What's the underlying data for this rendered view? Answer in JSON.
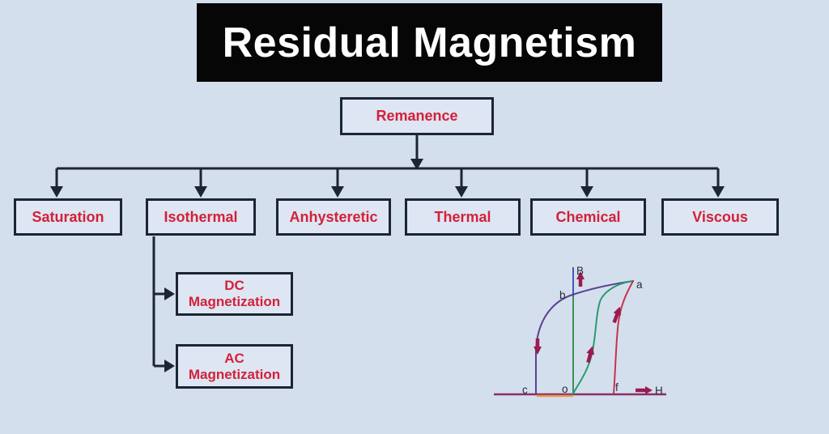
{
  "title": {
    "text": "Residual Magnetism"
  },
  "tree": {
    "root": {
      "label": "Remanence"
    },
    "children": [
      {
        "label": "Saturation"
      },
      {
        "label": "Isothermal"
      },
      {
        "label": "Anhysteretic"
      },
      {
        "label": "Thermal"
      },
      {
        "label": "Chemical"
      },
      {
        "label": "Viscous"
      }
    ],
    "isothermal_children": [
      {
        "label": "DC Magnetization"
      },
      {
        "label": "AC Magnetization"
      }
    ]
  },
  "graph": {
    "axes": {
      "vertical": "B",
      "horizontal": "H"
    },
    "points": {
      "a": "a",
      "b": "b",
      "c": "c",
      "o": "o",
      "f": "f"
    },
    "curves": [
      {
        "name": "demagnetization-curve",
        "route": "a-b-c",
        "color": "#5b4191"
      },
      {
        "name": "initial-magnetization-curve",
        "route": "o-a",
        "color": "#2a9a70"
      },
      {
        "name": "recoil-curve",
        "route": "a-f",
        "color": "#c4344c"
      }
    ],
    "axis_colors": {
      "b_axis_upper": "#4656b8",
      "b_axis_lower": "#3f8f55",
      "h_axis": "#8c2f68",
      "coercivity_segment": "#e89a43",
      "direction_arrows": "#9b1b4d"
    }
  },
  "colors": {
    "background": "#d4dfee",
    "box_fill": "#dde6f2",
    "box_border": "#1c2534",
    "label_red": "#d42039",
    "title_bg": "#060607",
    "title_text": "#ffffff"
  }
}
